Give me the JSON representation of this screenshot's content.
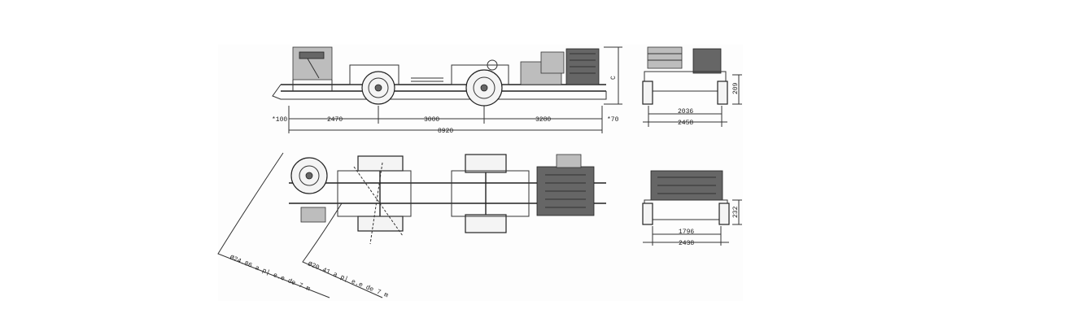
{
  "drawing": {
    "side_view": {
      "height_label": "C",
      "front_overhang": "*100",
      "span_front": "2470",
      "wheelbase": "3000",
      "rear_overhang": "3280",
      "rear_end": "*70",
      "total_length": "8920"
    },
    "end_view_top": {
      "inner_width": "2036",
      "outer_width": "2458",
      "height": "209"
    },
    "end_view_bottom": {
      "inner_width": "1796",
      "outer_width": "2438",
      "height": "232"
    },
    "turning": {
      "outer_circle": "Ø24.86 a p| e.e de 7 m",
      "inner_circle": "Ø20.41 a p| e.e de 7 m"
    }
  }
}
